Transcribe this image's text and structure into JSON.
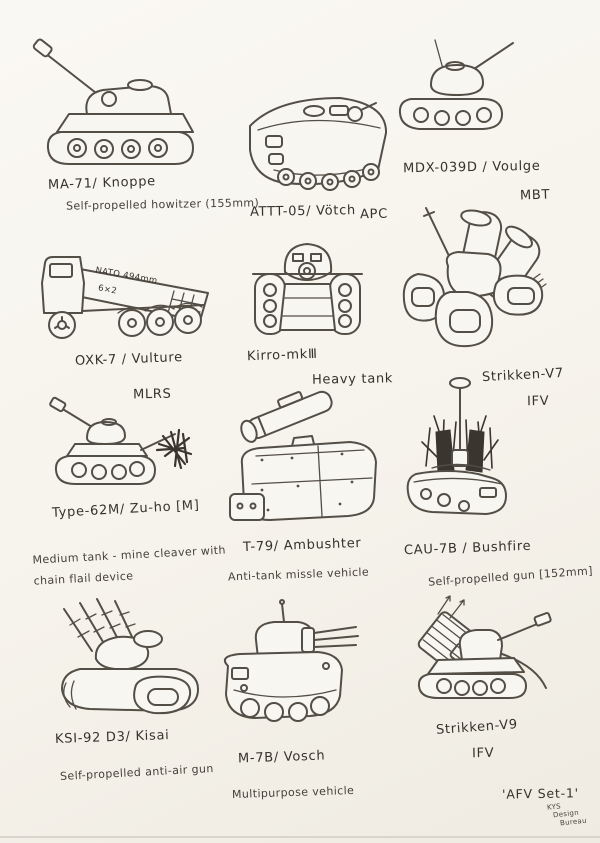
{
  "artwork": {
    "set_title": "'AFV Set-1'",
    "credit_line1": "KYS",
    "credit_line2": "Design",
    "credit_line3": "Bureau"
  },
  "vehicles": [
    {
      "name": "MA-71/ Knoppe",
      "type": "Self-propelled howitzer (155mm)"
    },
    {
      "name": "ATTT-05/ Vötch",
      "type": "APC"
    },
    {
      "name": "MDX-039D / Voulge",
      "type": "MBT"
    },
    {
      "name": "OXK-7 / Vulture",
      "type": "MLRS",
      "marking_line1": "NATO 494mm",
      "marking_line2": "6×2"
    },
    {
      "name": "Kirro-mkⅢ",
      "type": "Heavy tank"
    },
    {
      "name": "Strikken-V7",
      "type": "IFV"
    },
    {
      "name": "Type-62M/ Zu-ho [M]",
      "type": "Medium tank - mine cleaver with chain flail device"
    },
    {
      "name": "T-79/ Ambushter",
      "type": "Anti-tank missle vehicle"
    },
    {
      "name": "CAU-7B / Bushfire",
      "type": "Self-propelled gun [152mm]"
    },
    {
      "name": "KSI-92 D3/ Kisai",
      "type": "Self-propelled anti-air gun"
    },
    {
      "name": "M-7B/ Vosch",
      "type": "Multipurpose vehicle"
    },
    {
      "name": "Strikken-V9",
      "type": "IFV"
    }
  ]
}
